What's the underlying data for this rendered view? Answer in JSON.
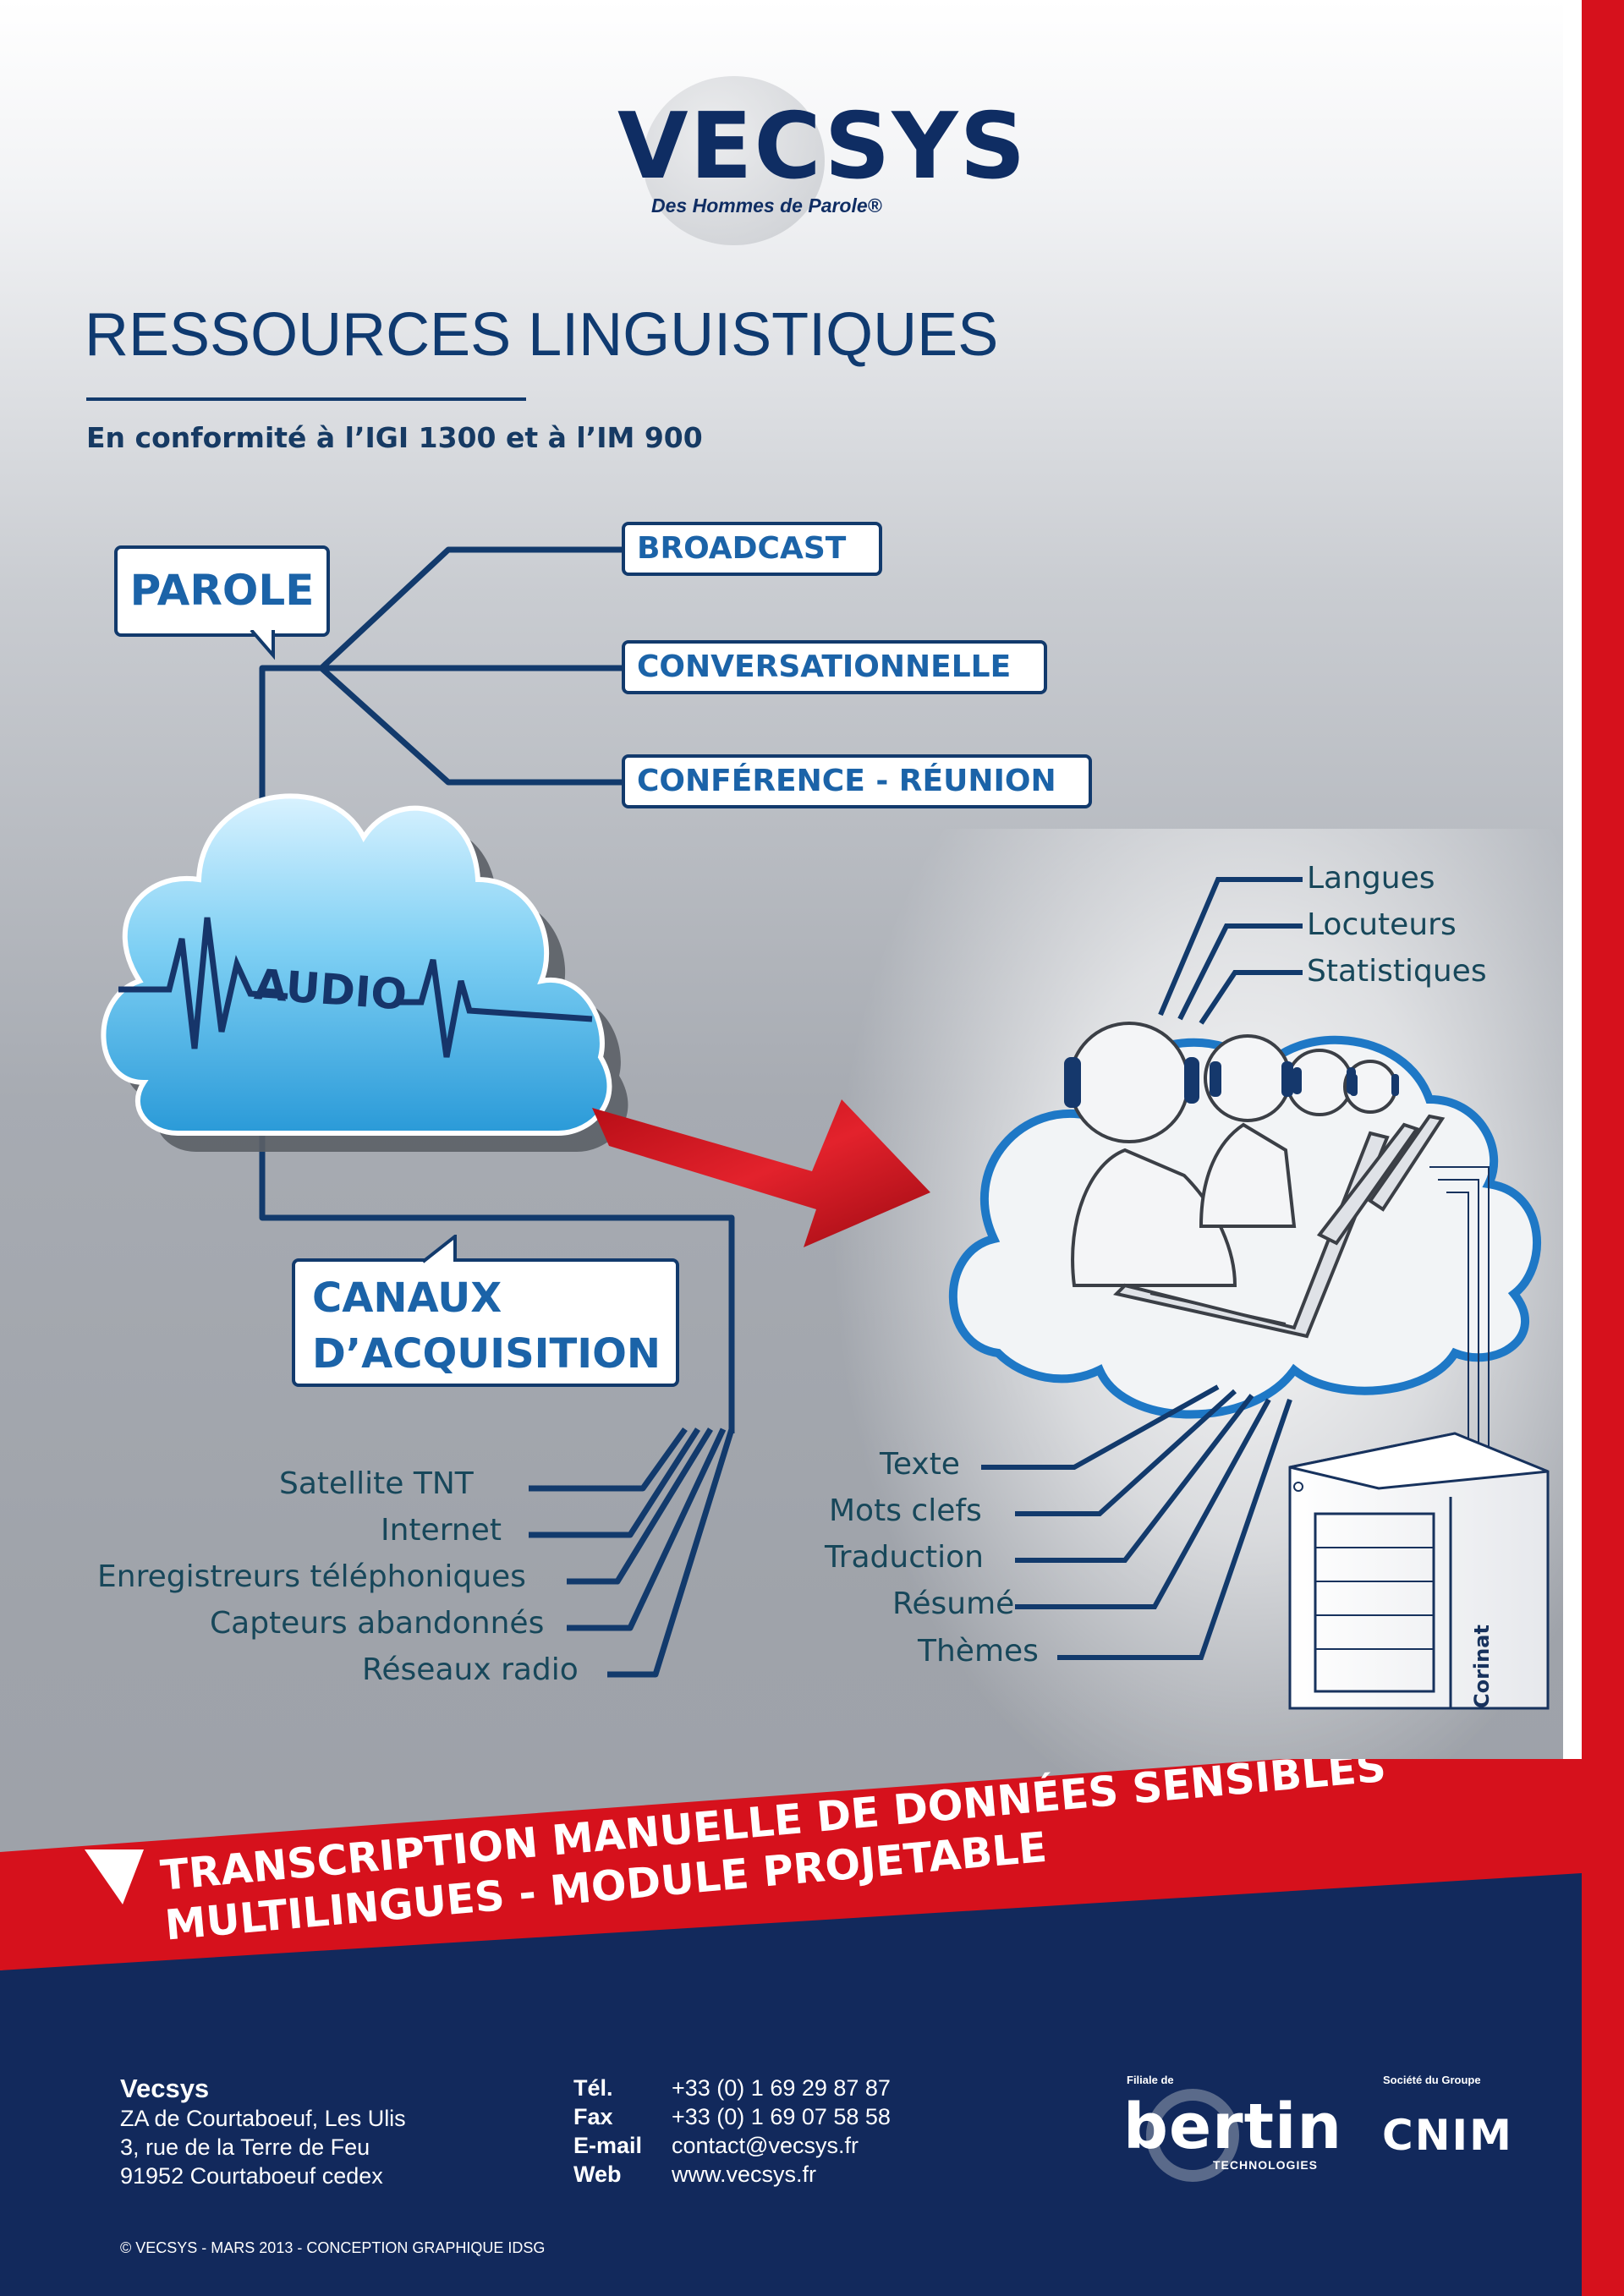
{
  "brand": {
    "logo": "VECSYS",
    "tagline": "Des Hommes de Parole®"
  },
  "title": "RESSOURCES LINGUISTIQUES",
  "subtitle": "En conformité à l’IGI 1300 et à l’IM 900",
  "parole": {
    "label": "PAROLE",
    "types": [
      "BROADCAST",
      "CONVERSATIONNELLE",
      "CONFÉRENCE - RÉUNION"
    ]
  },
  "cloud": {
    "label": "AUDIO"
  },
  "canaux": {
    "line1": "CANAUX",
    "line2": "D’ACQUISITION",
    "items": [
      "Satellite TNT",
      "Internet",
      "Enregistreurs téléphoniques",
      "Capteurs abandonnés",
      "Réseaux radio"
    ]
  },
  "outputs_top": [
    "Langues",
    "Locuteurs",
    "Statistiques"
  ],
  "outputs_bottom": [
    "Texte",
    "Mots clefs",
    "Traduction",
    "Résumé",
    "Thèmes"
  ],
  "server_label": "Corinat",
  "banner": {
    "line1": "TRANSCRIPTION MANUELLE DE DONNÉES SENSIBLES",
    "line2": "MULTILINGUES - MODULE PROJETABLE"
  },
  "footer": {
    "company": "Vecsys",
    "address": [
      "ZA de Courtaboeuf, Les Ulis",
      "3, rue de la Terre de Feu",
      "91952 Courtaboeuf cedex"
    ],
    "contacts": [
      {
        "key": "Tél.",
        "value": "+33 (0) 1 69 29 87 87"
      },
      {
        "key": "Fax",
        "value": "+33 (0) 1 69 07 58 58"
      },
      {
        "key": "E-mail",
        "value": "contact@vecsys.fr"
      },
      {
        "key": "Web",
        "value": "www.vecsys.fr"
      }
    ],
    "filiale_label": "Filiale de",
    "bertin": "bertin",
    "bertin_sub": "TECHNOLOGIES",
    "groupe_label": "Société du Groupe",
    "cnim": "CNIM",
    "copyright": "© VECSYS - MARS 2013 - CONCEPTION GRAPHIQUE IDSG"
  },
  "colors": {
    "navy": "#12295c",
    "red": "#d6111c",
    "accent_blue": "#1b63a8",
    "label_teal": "#17475a"
  }
}
